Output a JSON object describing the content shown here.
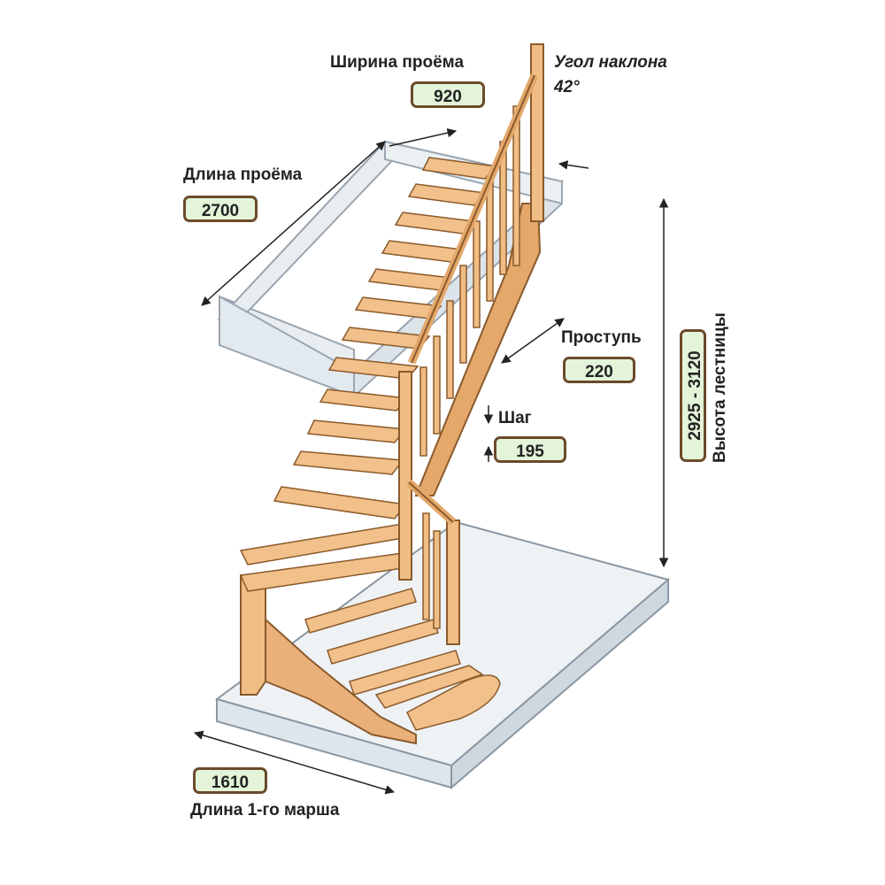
{
  "labels": {
    "opening_width": "Ширина проёма",
    "angle": "Угол наклона",
    "angle_value": "42°",
    "opening_length": "Длина проёма",
    "tread": "Проступь",
    "step": "Шаг",
    "stair_height": "Высота лестницы",
    "first_flight_length": "Длина 1-го марша"
  },
  "values": {
    "opening_width": "920",
    "opening_length": "2700",
    "tread": "220",
    "step": "195",
    "stair_height": "2925 - 3120",
    "first_flight_length": "1610"
  },
  "colors": {
    "wood": "#f2c08a",
    "wood_dark": "#d99a5c",
    "wood_edge": "#8a5a2c",
    "glass": "#dfe8ee",
    "glass_edge": "#8a97a3",
    "box_fill": "#e3f4d9",
    "box_border": "#6b4a2a"
  }
}
